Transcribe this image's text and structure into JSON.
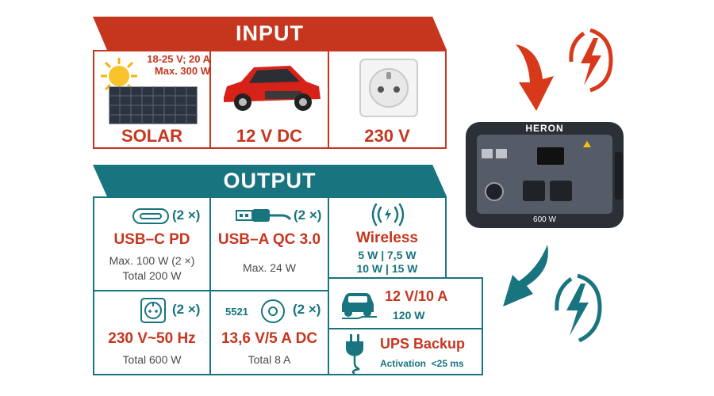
{
  "input": {
    "title": "INPUT",
    "solar": {
      "spec_line1": "18-25 V; 20 A",
      "spec_line2": "Max. 300 W",
      "label": "SOLAR"
    },
    "car": {
      "label": "12 V DC"
    },
    "grid": {
      "label": "230 V"
    }
  },
  "output": {
    "title": "OUTPUT",
    "usbc": {
      "count": "(2 ×)",
      "name": "USB–C PD",
      "line1": "Max. 100 W  (2 ×)",
      "line2": "Total 200 W"
    },
    "usba": {
      "count": "(2 ×)",
      "name": "USB–A QC 3.0",
      "line1": "Max. 24 W"
    },
    "wireless": {
      "name": "Wireless",
      "line1": "5 W | 7,5 W",
      "line2": "10 W | 15 W"
    },
    "ac": {
      "count": "(2 ×)",
      "name": "230 V~50 Hz",
      "line1": "Total 600 W"
    },
    "dc": {
      "code": "5521",
      "count": "(2 ×)",
      "name": "13,6 V/5 A DC",
      "line1": "Total 8 A"
    },
    "car12": {
      "name": "12 V/10 A",
      "line1": "120 W"
    },
    "ups": {
      "name": "UPS Backup",
      "line1": "Activation  <25 ms"
    }
  },
  "device": {
    "brand": "HERON",
    "power": "600 W"
  },
  "colors": {
    "red": "#c6361f",
    "teal": "#18747e"
  }
}
